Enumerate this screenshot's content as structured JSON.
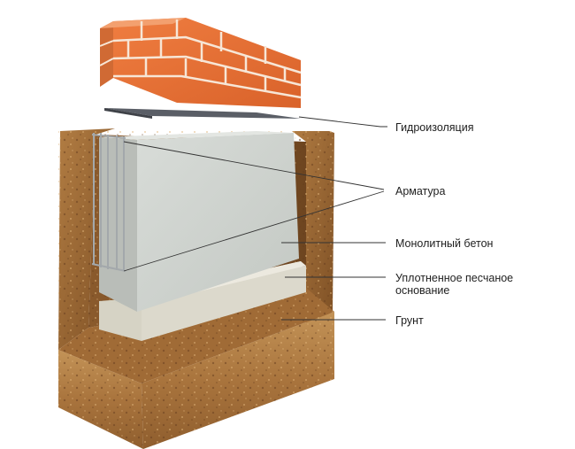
{
  "labels": {
    "waterproofing": "Гидроизоляция",
    "rebar": "Арматура",
    "concrete": "Монолитный бетон",
    "sand_line1": "Уплотненное песчаное",
    "sand_line2": "основание",
    "soil": "Грунт"
  },
  "colors": {
    "brick": "#e8743a",
    "mortar": "#f6e9dc",
    "waterproofing": "#5a5e66",
    "concrete": "#cfd3cf",
    "sand": "#d9d7ca",
    "soil": "#b8864a",
    "soil_dark": "#8a5a2a",
    "rebar": "#9ea3a6",
    "leader": "#333333"
  }
}
